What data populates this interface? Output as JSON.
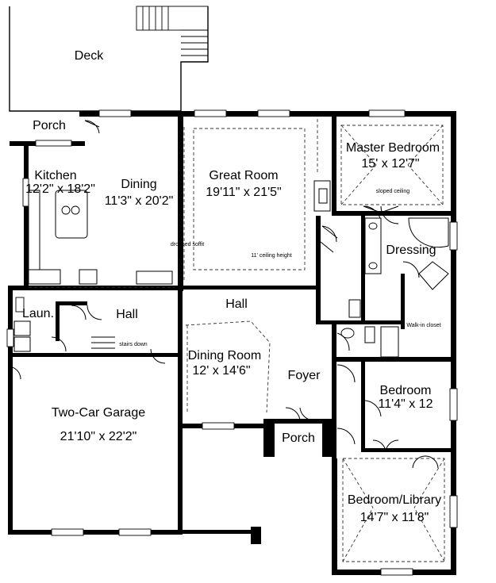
{
  "rooms": {
    "deck": "Deck",
    "porch_back": "Porch",
    "kitchen": "Kitchen",
    "kitchen_dim": "12'2\" x 18'2\"",
    "dining": "Dining",
    "dining_dim": "11'3\" x 20'2\"",
    "great_room": "Great Room",
    "great_room_dim": "19'11\" x 21'5\"",
    "master_bedroom": "Master Bedroom",
    "master_bedroom_dim": "15' x 12'7\"",
    "dressing": "Dressing",
    "laundry": "Laun.",
    "hall_left": "Hall",
    "hall_center": "Hall",
    "dining_room": "Dining Room",
    "dining_room_dim": "12' x 14'6\"",
    "foyer": "Foyer",
    "bedroom": "Bedroom",
    "bedroom_dim": "11'4\" x 12",
    "garage": "Two-Car Garage",
    "garage_dim": "21'10\" x 22'2\"",
    "porch_front": "Porch",
    "library": "Bedroom/Library",
    "library_dim": "14'7\" x 11'8\""
  },
  "notes": {
    "sloped_ceiling": "sloped ceiling",
    "dropped_soffit": "dropped soffit",
    "ceiling_height": "11' ceiling height",
    "walk_in_closet": "Walk-in closet",
    "stairs_down": "stairs down"
  }
}
